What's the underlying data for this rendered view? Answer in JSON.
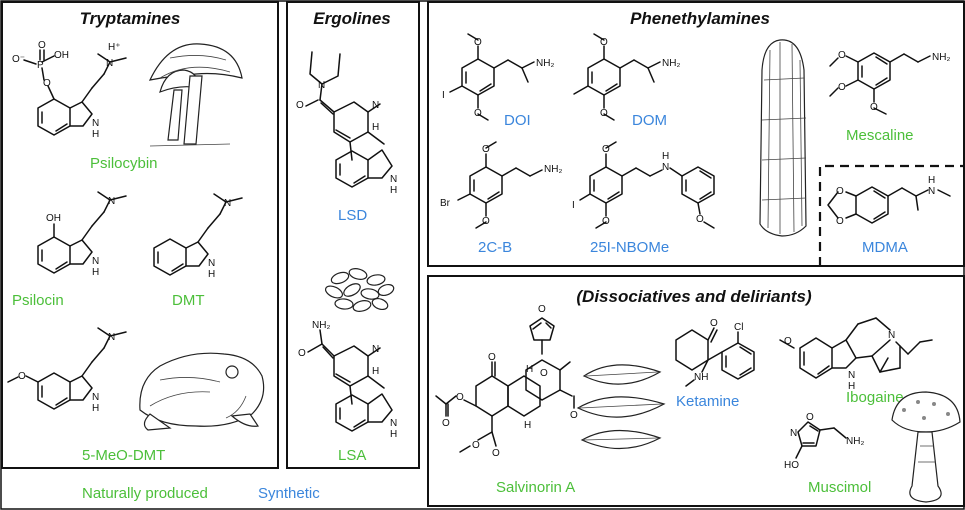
{
  "panels": {
    "tryptamines_title": "Tryptamines",
    "ergolines_title": "Ergolines",
    "phenethylamines_title": "Phenethylamines",
    "dissociatives_title": "(Dissociatives and deliriants)"
  },
  "compounds": {
    "psilocybin": "Psilocybin",
    "psilocin": "Psilocin",
    "dmt": "DMT",
    "meo_dmt": "5-MeO-DMT",
    "lsd": "LSD",
    "lsa": "LSA",
    "doi": "DOI",
    "dom": "DOM",
    "mescaline": "Mescaline",
    "twocb": "2C-B",
    "nbome": "25I-NBOMe",
    "mdma": "MDMA",
    "salvinorin": "Salvinorin A",
    "ketamine": "Ketamine",
    "ibogaine": "Ibogaine",
    "muscimol": "Muscimol"
  },
  "legend": {
    "natural": "Naturally produced",
    "synthetic": "Synthetic"
  },
  "atoms": {
    "oh": "OH",
    "o": "O",
    "o_minus": "O⁻",
    "p": "P",
    "n": "N",
    "h": "H",
    "nh": "NH",
    "nh2": "NH₂",
    "n_plus": "N",
    "h_plus": "H⁺",
    "i": "I",
    "br": "Br",
    "cl": "Cl",
    "ho": "HO"
  },
  "colors": {
    "natural": "#4cbf3a",
    "synthetic": "#3b86dc"
  }
}
